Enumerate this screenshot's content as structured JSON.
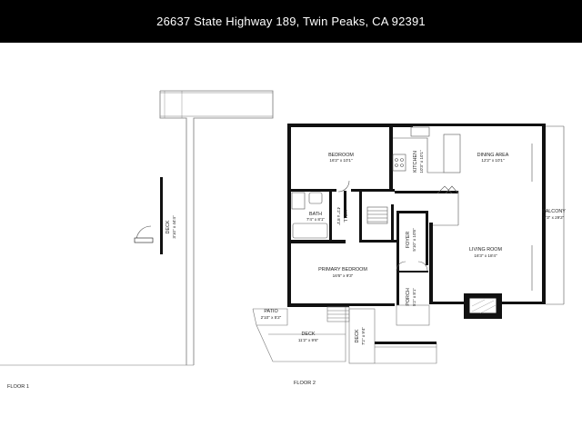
{
  "header": {
    "address": "26637 State Highway 189, Twin Peaks, CA 92391"
  },
  "floors": [
    {
      "label": "FLOOR 1",
      "rooms": [
        {
          "name": "DECK",
          "dims": "3'10\" x 44'4\""
        }
      ]
    },
    {
      "label": "FLOOR 2",
      "rooms": [
        {
          "name": "BEDROOM",
          "dims": "16'2\" x 10'1\""
        },
        {
          "name": "KITCHEN",
          "dims": "10'3\" x 10'1\""
        },
        {
          "name": "DINING AREA",
          "dims": "12'2\" x 10'1\""
        },
        {
          "name": "BALCONY",
          "dims": "6'3\" x 29'2\""
        },
        {
          "name": "BATH",
          "dims": "7'4\" x 8'1\""
        },
        {
          "name": "HALL",
          "dims": "4'2\" x 8'1\""
        },
        {
          "name": "FOYER",
          "dims": "5'10\" x 10'8\""
        },
        {
          "name": "LIVING ROOM",
          "dims": "16'3\" x 18'4\""
        },
        {
          "name": "PRIMARY BEDROOM",
          "dims": "16'6\" x 9'3\""
        },
        {
          "name": "PORCH",
          "dims": "5'2\" x 8'1\""
        },
        {
          "name": "PATIO",
          "dims": "2'10\" x 5'2\""
        },
        {
          "name": "DECK",
          "dims": "11'2\" x 9'6\""
        },
        {
          "name": "DECK",
          "dims": "7'2\" x 9'4\""
        }
      ]
    }
  ],
  "colors": {
    "header_bg": "#000000",
    "header_text": "#ffffff",
    "wall": "#111111"
  }
}
